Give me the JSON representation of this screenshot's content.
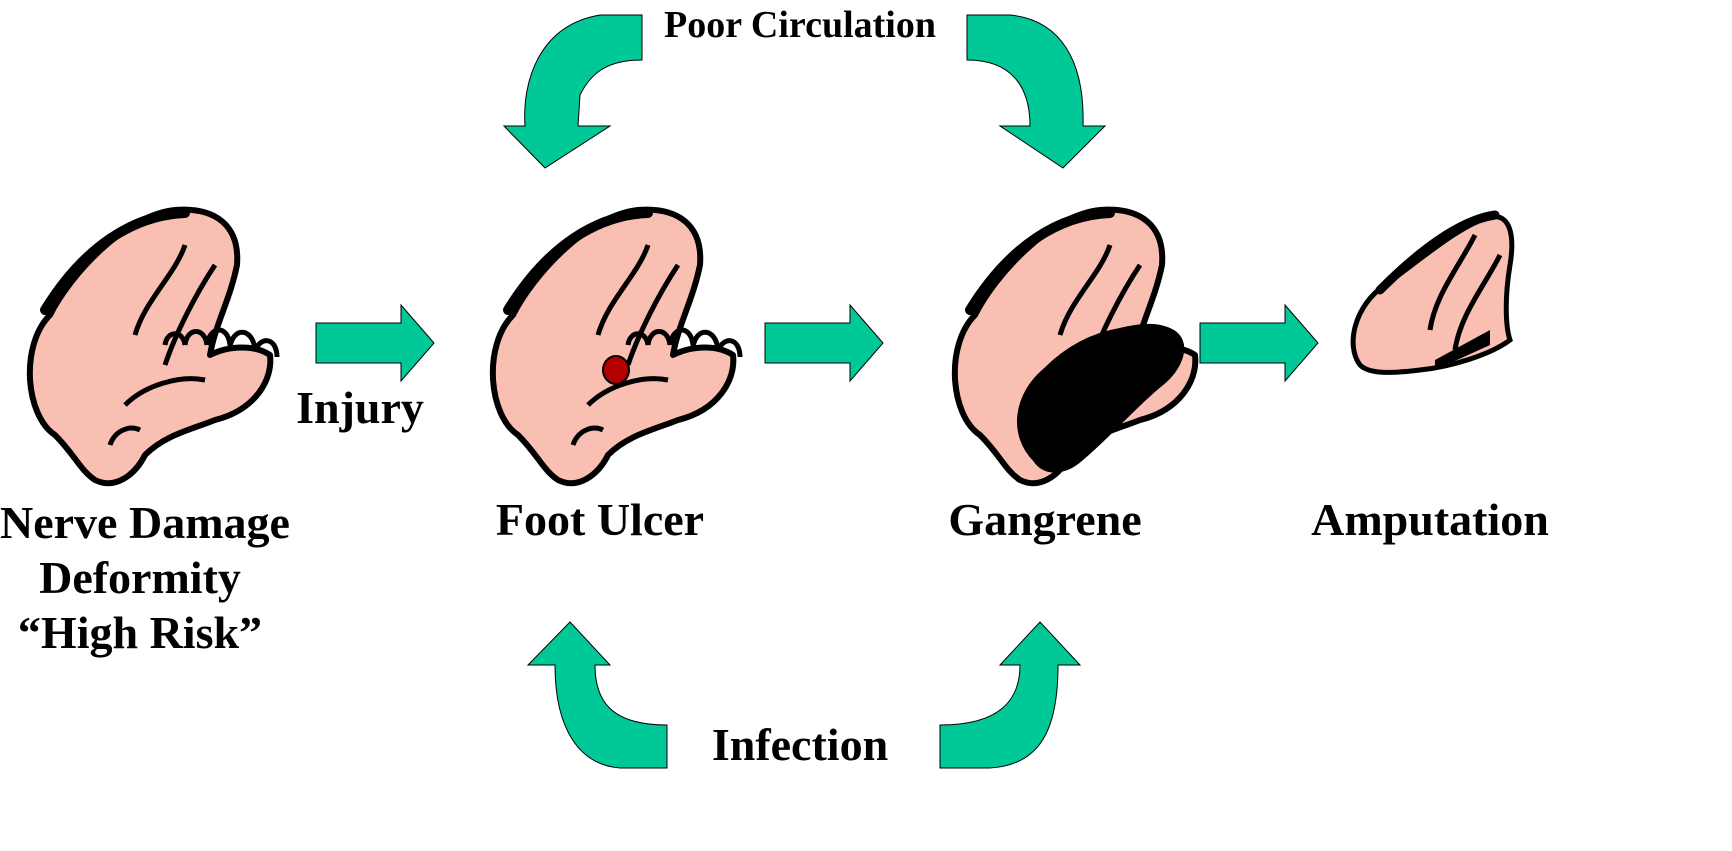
{
  "diagram": {
    "colors": {
      "arrow": "#00C896",
      "skin": "#F9BFB2",
      "outline": "#000000",
      "ulcer": "#B00000",
      "gangrene": "#000000"
    },
    "stages": [
      {
        "lines": [
          "Nerve Damage",
          "Deformity",
          "“High Risk”"
        ],
        "icon": "foot-icon"
      },
      {
        "lines": [
          "Foot Ulcer"
        ],
        "icon": "foot-ulcer-icon"
      },
      {
        "lines": [
          "Gangrene"
        ],
        "icon": "foot-gangrene-icon"
      },
      {
        "lines": [
          "Amputation"
        ],
        "icon": "amputated-foot-icon"
      }
    ],
    "transitions": {
      "injury": "Injury",
      "poor_circulation": "Poor Circulation",
      "infection": "Infection"
    }
  }
}
